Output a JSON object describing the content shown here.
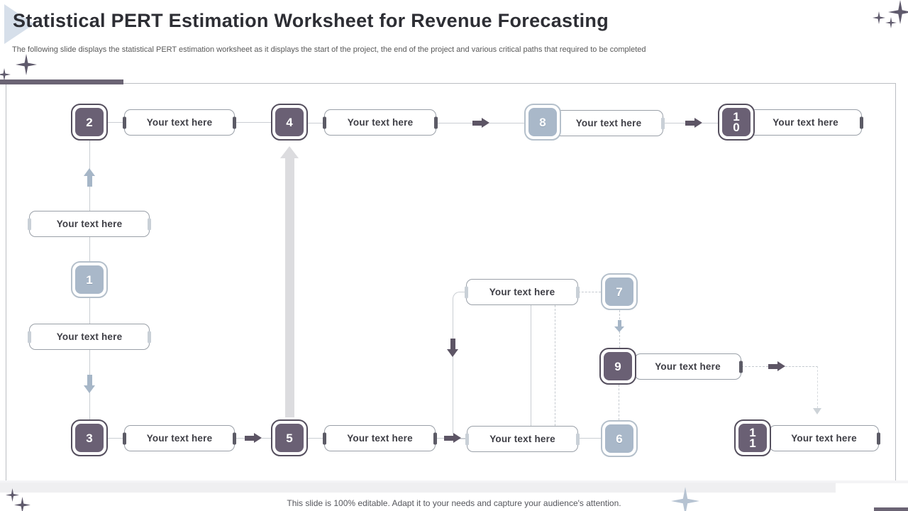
{
  "slide": {
    "title": "Statistical PERT Estimation Worksheet for Revenue Forecasting",
    "subtitle": "The following slide displays the statistical PERT estimation worksheet as it displays the start of the project, the end of the project and various critical paths that required to be completed",
    "footer_note": "This slide is 100% editable. Adapt it to your needs and capture your audience's attention."
  },
  "colors": {
    "dark_node_fill": "#6A6074",
    "light_node_fill": "#A9B8C9",
    "dark_arrow": "#5D5565",
    "light_arrow": "#A6B6C7",
    "connector": "#CACED3",
    "accent_bar": "#6B6474"
  },
  "diagram": {
    "nodes": {
      "n1": "1",
      "n2": "2",
      "n3": "3",
      "n4": "4",
      "n5": "5",
      "n6": "6",
      "n7": "7",
      "n8": "8",
      "n9": "9",
      "n10": "10",
      "n11": "11"
    },
    "boxes": {
      "r1b1": "Your text here",
      "r1b2": "Your text here",
      "b8": "Your text here",
      "b10": "Your text here",
      "l1": "Your text here",
      "l2": "Your text here",
      "mid": "Your text here",
      "r3b1": "Your text here",
      "r3b2": "Your text here",
      "r3b3": "Your text here",
      "b9": "Your text here",
      "b11": "Your text here"
    }
  }
}
